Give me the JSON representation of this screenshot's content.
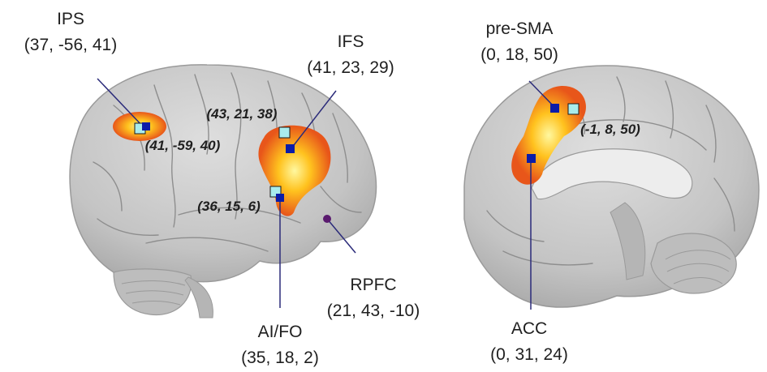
{
  "colors": {
    "brain_fill": "#c9c9c9",
    "brain_shade": "#a8a8a8",
    "sulcus": "#8e8e8e",
    "leader_line": "#2b2b7a",
    "marker_dark": "#0b1ca8",
    "marker_light": "#a9ecec",
    "activation_core": "#fff8a0",
    "activation_mid": "#ffc21e",
    "activation_edge": "#e8561a",
    "rpfc_dot": "#5a1a6e"
  },
  "lateral_view": {
    "ips": {
      "name": "IPS",
      "coords": "(37, -56, 41)"
    },
    "ifs": {
      "name": "IFS",
      "coords": "(41, 23, 29)"
    },
    "ifs_alt_coords": "(43, 21, 38)",
    "ips_alt_coords": "(41, -59, 40)",
    "aifo_alt_coords": "(36, 15, 6)",
    "aifo": {
      "name": "AI/FO",
      "coords": "(35, 18, 2)"
    },
    "rpfc": {
      "name": "RPFC",
      "coords": "(21, 43, -10)"
    }
  },
  "medial_view": {
    "presma": {
      "name": "pre-SMA",
      "coords": "(0, 18, 50)"
    },
    "presma_alt_coords": "(-1, 8, 50)",
    "acc": {
      "name": "ACC",
      "coords": "(0, 31, 24)"
    }
  }
}
